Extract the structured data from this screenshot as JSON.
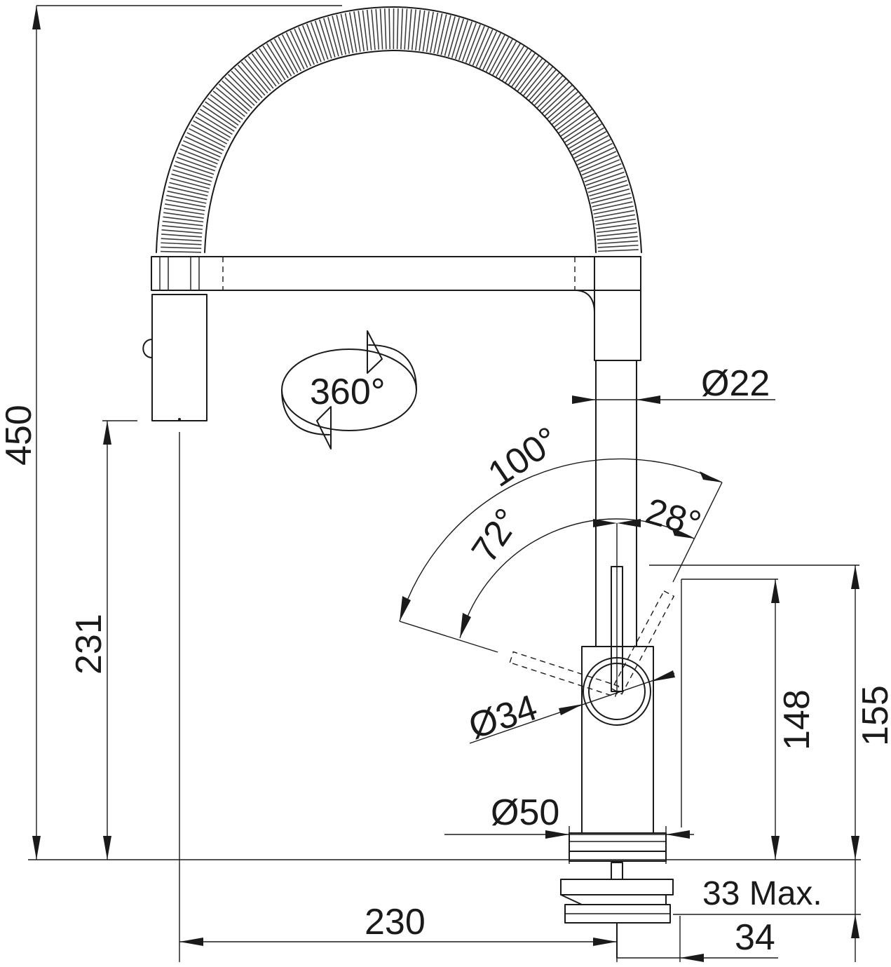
{
  "dimensions": {
    "total_height": "450",
    "spout_height": "231",
    "diameter_hose": "Ø22",
    "angle_total": "100°",
    "angle_left": "72°",
    "angle_right": "28°",
    "diameter_handle": "Ø34",
    "diameter_base": "Ø50",
    "lever_height": "148",
    "body_height": "155",
    "deck_thickness": "33 Max.",
    "reach": "230",
    "mount_offset": "34",
    "rotation": "360°"
  },
  "colors": {
    "line": "#1a1a1a",
    "background": "#ffffff"
  }
}
